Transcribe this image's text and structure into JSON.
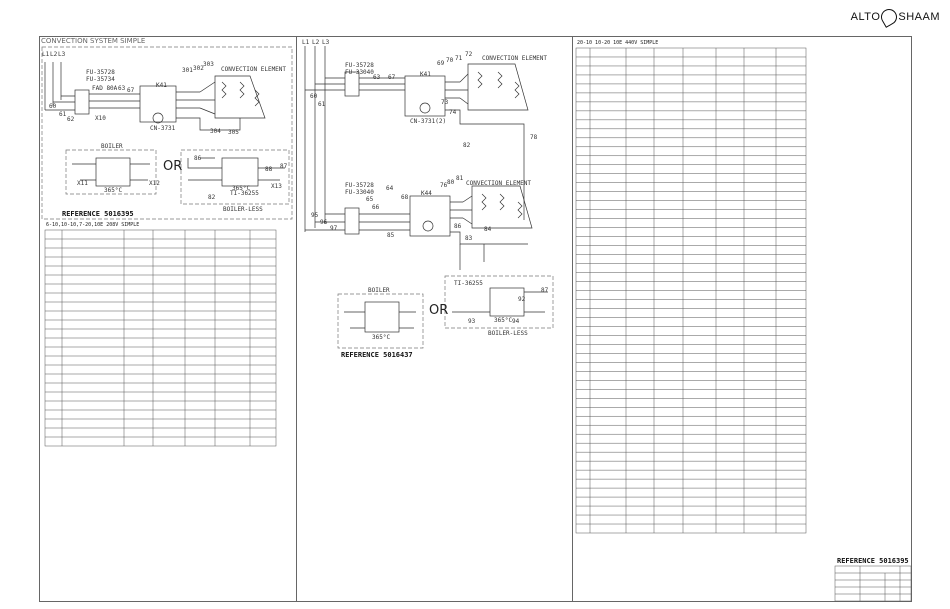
{
  "logo": {
    "left": "ALTO",
    "right": "SHAAM"
  },
  "panel_left": {
    "title": "CONVECTION SYSTEM SIMPLE",
    "line_labels": [
      "L1",
      "L2",
      "L3"
    ],
    "part_a": "FU-35728",
    "part_b": "FU-35734",
    "fuse_rating": "FAD 80A",
    "contactor": "K41",
    "contactor_part": "CN-3731",
    "element_label": "CONVECTION ELEMENT",
    "boiler_label": "BOILER",
    "boiler_temp": "365°C",
    "boilerless_part": "TI-36255",
    "boilerless_temp": "365°C",
    "boilerless_label": "BOILER-LESS",
    "or_label": "OR",
    "reference": "REFERENCE 5016395",
    "wire_numbers": [
      "60",
      "61",
      "62",
      "63",
      "67",
      "301",
      "302",
      "303",
      "304",
      "305",
      "86",
      "82",
      "87",
      "88",
      "X10",
      "X11",
      "X12",
      "X13"
    ]
  },
  "panel_left_table": {
    "title": "6-10,10-10,7-20,10E 208V SIMPLE"
  },
  "panel_mid": {
    "line_labels": [
      "L1",
      "L2",
      "L3"
    ],
    "top_part_a": "FU-35728",
    "top_part_b": "FU-33040",
    "top_contactor": "K41",
    "top_contactor_part": "CN-3731(2)",
    "top_element_label": "CONVECTION ELEMENT",
    "bottom_part_a": "FU-35728",
    "bottom_part_b": "FU-33040",
    "bottom_contactor": "K44",
    "bottom_element_label": "CONVECTION ELEMENT",
    "boiler_label": "BOILER",
    "boiler_temp": "365°C",
    "boilerless_part": "TI-36255",
    "boilerless_temp": "365°C",
    "boilerless_label": "BOILER-LESS",
    "or_label": "OR",
    "reference": "REFERENCE 5016437",
    "wire_numbers": [
      "60",
      "61",
      "63",
      "67",
      "69",
      "70",
      "71",
      "72",
      "73",
      "74",
      "78",
      "64",
      "65",
      "66",
      "68",
      "76",
      "80",
      "81",
      "82",
      "83",
      "84",
      "85",
      "86",
      "87",
      "92",
      "93",
      "94",
      "95",
      "96",
      "97"
    ]
  },
  "panel_right": {
    "table_title": "20-10 10-20 10E 440V SIMPLE",
    "reference": "REFERENCE 5016395"
  }
}
